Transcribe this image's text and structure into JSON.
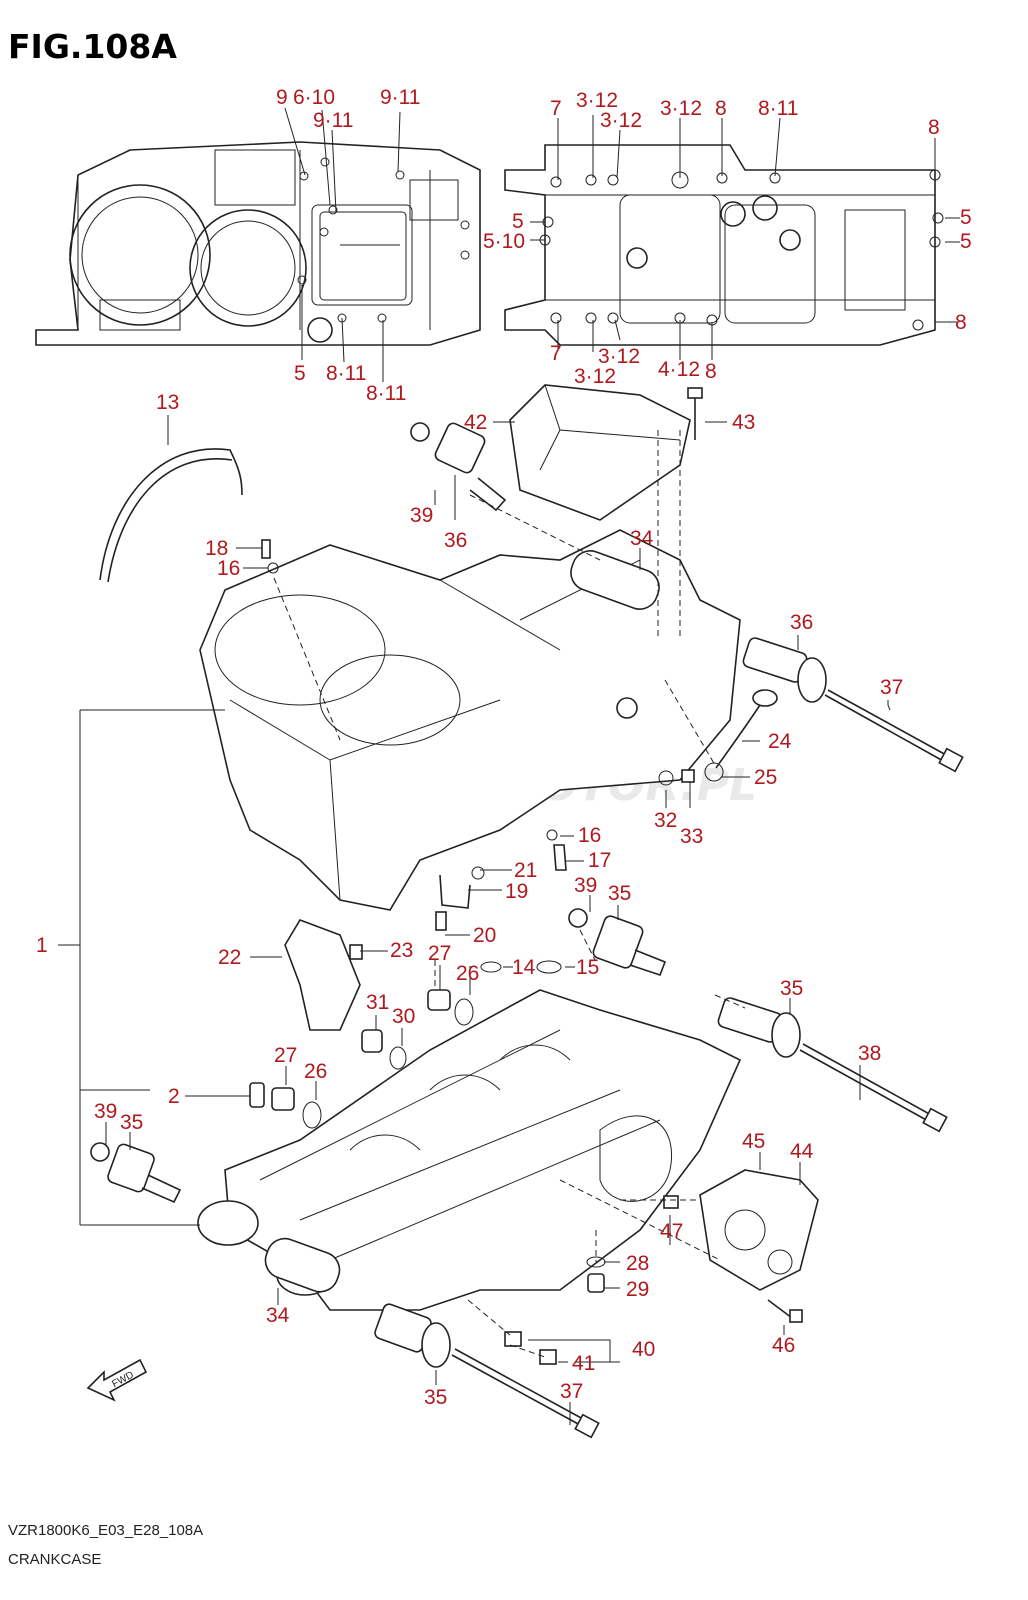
{
  "header": {
    "figure_title": "FIG.108A"
  },
  "footer": {
    "model_code": "VZR1800K6_E03_E28_108A",
    "section_name": "CRANKCASE"
  },
  "watermark": {
    "text": "SKANTMOTOR.PL"
  },
  "fwd_icon": {
    "label": "FWD"
  },
  "colors": {
    "callout": "#b0191e",
    "linework": "#222222",
    "background": "#ffffff"
  },
  "callouts": {
    "top": [
      "9",
      "6·10",
      "9·11",
      "9·11",
      "7",
      "3·12",
      "3·12",
      "3·12",
      "8",
      "8·11",
      "8",
      "5",
      "5·10",
      "5",
      "5",
      "8",
      "5",
      "8·11",
      "8·11",
      "7",
      "3·12",
      "3·12",
      "4·12",
      "8"
    ],
    "main": [
      "13",
      "42",
      "43",
      "39",
      "36",
      "18",
      "16",
      "34",
      "36",
      "37",
      "24",
      "25",
      "32",
      "33",
      "16",
      "17",
      "21",
      "19",
      "20",
      "1",
      "22",
      "23",
      "27",
      "26",
      "14",
      "15",
      "39",
      "35",
      "35",
      "38",
      "31",
      "30",
      "27",
      "26",
      "2",
      "39",
      "35",
      "45",
      "44",
      "47",
      "28",
      "29",
      "34",
      "40",
      "41",
      "46",
      "35",
      "37"
    ]
  }
}
